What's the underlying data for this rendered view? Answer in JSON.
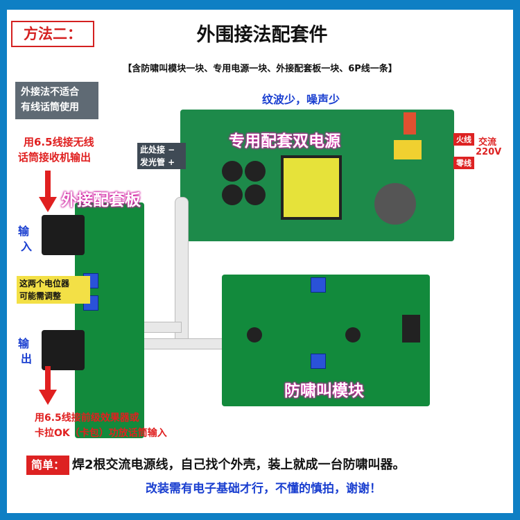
{
  "header": {
    "method_tag": "方法二：",
    "title": "外围接法配套件",
    "subtitle": "【含防啸叫模块一块、专用电源一块、外接配套板一块、6P线一条】"
  },
  "notes": {
    "grey_note_line1": "外接法不适合",
    "grey_note_line2": "有线话筒使用",
    "input_hint_line1": "用6.5线接无线",
    "input_hint_line2": "话筒接收机输出",
    "input_label_line1": "输",
    "input_label_line2": "入",
    "output_label_line1": "输",
    "output_label_line2": "出",
    "pot_note_line1": "这两个电位器",
    "pot_note_line2": "可能需调整",
    "output_hint_line1": "用6.5线接前级效果器或",
    "output_hint_line2": "卡拉OK（卡包）功放话筒输入"
  },
  "board_labels": {
    "external_board": "外接配套板",
    "power_supply": "专用配套双电源",
    "ripple_note": "纹波少，噪声少",
    "led_note_line1": "此处接 −",
    "led_note_line2": "发光管 +",
    "live_wire": "火线",
    "neutral_wire": "零线",
    "ac_line1": "交流",
    "ac_line2": "220V",
    "anti_howl_module": "防啸叫模块"
  },
  "footer": {
    "tag": "简单：",
    "line1": "焊2根交流电源线，自己找个外壳，装上就成一台防啸叫器。",
    "line2": "改装需有电子基础才行，不懂的慎拍，谢谢！"
  },
  "colors": {
    "frame_blue": "#0e7fc4",
    "accent_red": "#dd2222",
    "label_blue": "#1a3fd0",
    "pcb_green": "#128a3c",
    "magenta_glow": "#d01ea0"
  }
}
